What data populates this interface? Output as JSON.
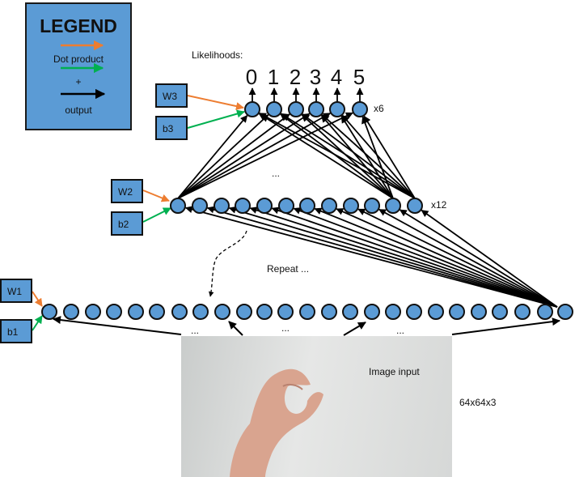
{
  "legend": {
    "title": "LEGEND",
    "dot_product": "Dot product",
    "plus": "+",
    "output": "output",
    "colors": {
      "weights": "#ed7d31",
      "bias": "#00b050",
      "output": "#000000",
      "node": "#5b9bd5"
    }
  },
  "output_layer": {
    "title": "Likelihoods:",
    "digits": [
      "0",
      "1",
      "2",
      "3",
      "4",
      "5"
    ],
    "count": "x6",
    "weight_label": "W3",
    "bias_label": "b3"
  },
  "hidden_layer": {
    "count": "x12",
    "ellipsis": "...",
    "weight_label": "W2",
    "bias_label": "b2",
    "repeat_label": "Repeat ..."
  },
  "input_layer": {
    "weight_label": "W1",
    "bias_label": "b1",
    "ellipsis": "..."
  },
  "image": {
    "label": "Image input",
    "dimensions": "64x64x3"
  }
}
